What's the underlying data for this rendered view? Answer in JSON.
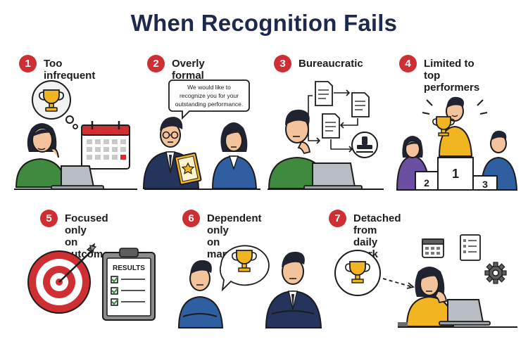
{
  "title": "When Recognition Fails",
  "colors": {
    "title": "#1d2a4d",
    "badge": "#cf2e33",
    "trophy": "#f1b521",
    "green_shirt": "#3f8a3e",
    "navy_suit": "#25345d",
    "blue_shirt": "#2f5fa0",
    "yellow_shirt": "#f1b521",
    "purple_shirt": "#6b4fa3"
  },
  "panels": [
    {
      "number": "1",
      "lines": [
        "Too infrequent"
      ],
      "icons": [
        "trophy-thought-icon",
        "calendar-icon",
        "laptop-icon"
      ]
    },
    {
      "number": "2",
      "lines": [
        "Overly formal"
      ],
      "speech": [
        "We would like to",
        "recognize you for your",
        "outstanding performance."
      ],
      "icons": [
        "certificate-icon"
      ]
    },
    {
      "number": "3",
      "lines": [
        "Bureaucratic"
      ],
      "icons": [
        "document-icon",
        "stamp-icon",
        "laptop-icon"
      ]
    },
    {
      "number": "4",
      "lines": [
        "Limited to",
        "top performers"
      ],
      "podium": [
        "1",
        "2",
        "3"
      ],
      "icons": [
        "trophy-icon",
        "podium-icon"
      ]
    },
    {
      "number": "5",
      "lines": [
        "Focused only",
        "on outcomes"
      ],
      "clipboard_title": "RESULTS",
      "icons": [
        "target-icon",
        "arrow-icon",
        "clipboard-icon"
      ]
    },
    {
      "number": "6",
      "lines": [
        "Dependent only",
        "on managers"
      ],
      "icons": [
        "trophy-bubble-icon"
      ]
    },
    {
      "number": "7",
      "lines": [
        "Detached from",
        "daily work"
      ],
      "icons": [
        "trophy-circle-icon",
        "calendar-icon",
        "checklist-icon",
        "gear-icon",
        "laptop-icon"
      ]
    }
  ]
}
